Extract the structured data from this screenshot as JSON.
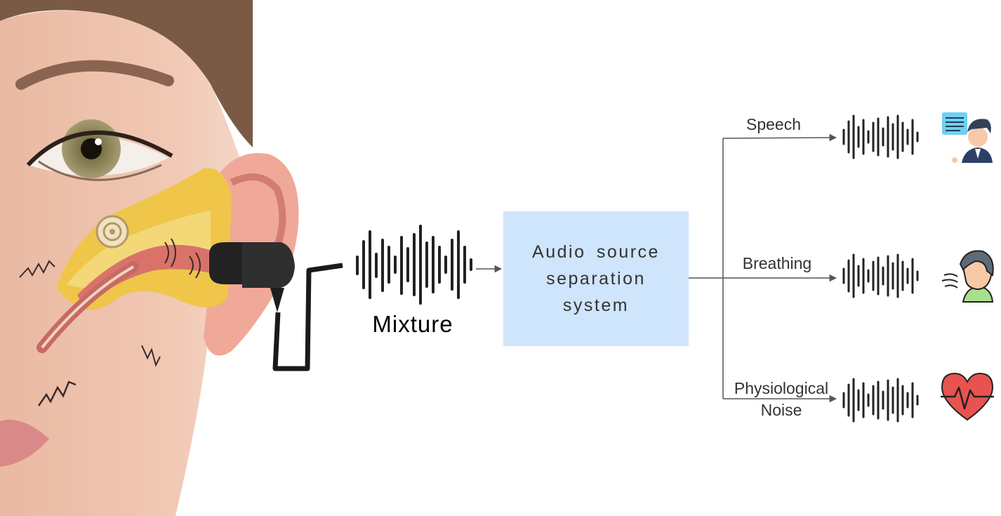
{
  "mixture_label": "Mixture",
  "system_box": {
    "lines": [
      "Audio source",
      "separation",
      "system"
    ],
    "fill_color": "#cfe5fb"
  },
  "outputs": [
    {
      "label": "Speech",
      "icon": "speaking-person-icon"
    },
    {
      "label": "Breathing",
      "icon": "breathing-person-icon"
    },
    {
      "label_lines": [
        "Physiological",
        "Noise"
      ],
      "icon": "heartbeat-icon"
    }
  ],
  "illustration": "ear-anatomy-with-earbud",
  "colors": {
    "arrow": "#555555",
    "waveform": "#222222",
    "text": "#333333",
    "heart": "#e8534f"
  }
}
